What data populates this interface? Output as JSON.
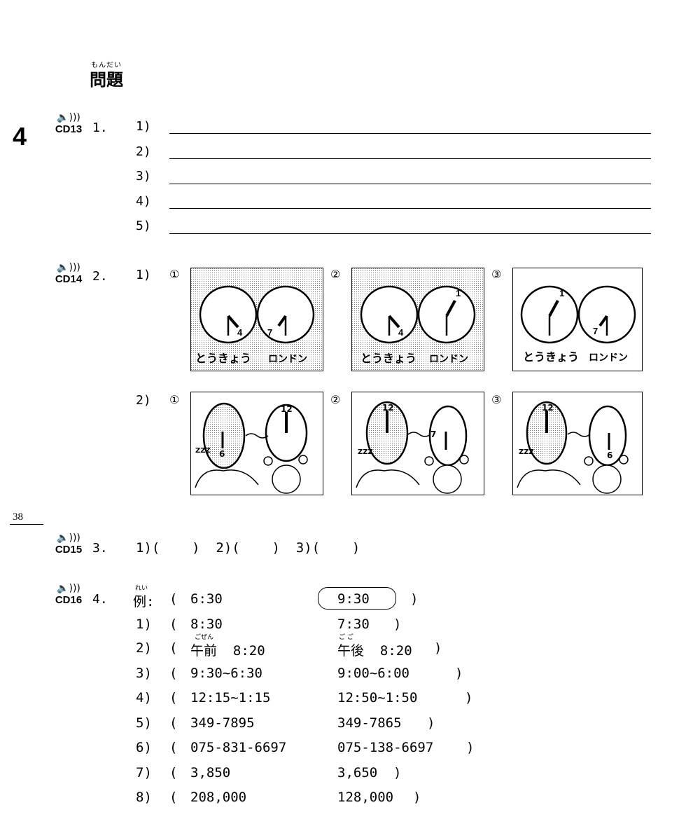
{
  "header": {
    "title": "問題",
    "title_furigana": "もんだい",
    "lesson_number": "4"
  },
  "audio_icon": "speaker-icon",
  "q1": {
    "cd": "CD13",
    "number": "1.",
    "items": [
      "1)",
      "2)",
      "3)",
      "4)",
      "5)"
    ]
  },
  "q2": {
    "cd": "CD14",
    "number": "2.",
    "part1": {
      "label": "1)",
      "options": [
        "①",
        "②",
        "③"
      ],
      "city_left": "とうきょう",
      "city_right": "ロンドン"
    },
    "part2": {
      "label": "2)",
      "options": [
        "①",
        "②",
        "③"
      ]
    }
  },
  "page_number": "38",
  "q3": {
    "cd": "CD15",
    "number": "3.",
    "text": "1)(    )  2)(    )  3)(    )"
  },
  "q4": {
    "cd": "CD16",
    "number": "4.",
    "example": {
      "label": "例:",
      "furigana": "れい",
      "open": "(",
      "a": "6:30",
      "b": "9:30",
      "close": ")"
    },
    "furigana_gozen": "ごぜん",
    "furigana_gogo": "ご ご",
    "rows": [
      {
        "label": "1)",
        "open": "(",
        "a": "8:30",
        "b": "7:30",
        "close": ")"
      },
      {
        "label": "2)",
        "open": "(",
        "a": "午前  8:20",
        "b": "午後  8:20",
        "close": ")"
      },
      {
        "label": "3)",
        "open": "(",
        "a": "9:30~6:30",
        "b": "9:00~6:00",
        "close": ")"
      },
      {
        "label": "4)",
        "open": "(",
        "a": "12:15~1:15",
        "b": "12:50~1:50",
        "close": ")"
      },
      {
        "label": "5)",
        "open": "(",
        "a": "349-7895",
        "b": "349-7865",
        "close": ")"
      },
      {
        "label": "6)",
        "open": "(",
        "a": "075-831-6697",
        "b": "075-138-6697",
        "close": ")"
      },
      {
        "label": "7)",
        "open": "(",
        "a": "3,850",
        "b": "3,650",
        "close": ")"
      },
      {
        "label": "8)",
        "open": "(",
        "a": "208,000",
        "b": "128,000",
        "close": ")"
      }
    ]
  },
  "clock_digits": {
    "d1": "1",
    "d4": "4",
    "d6": "6",
    "d7": "7",
    "d12": "12"
  },
  "zzz": "ZZZ"
}
